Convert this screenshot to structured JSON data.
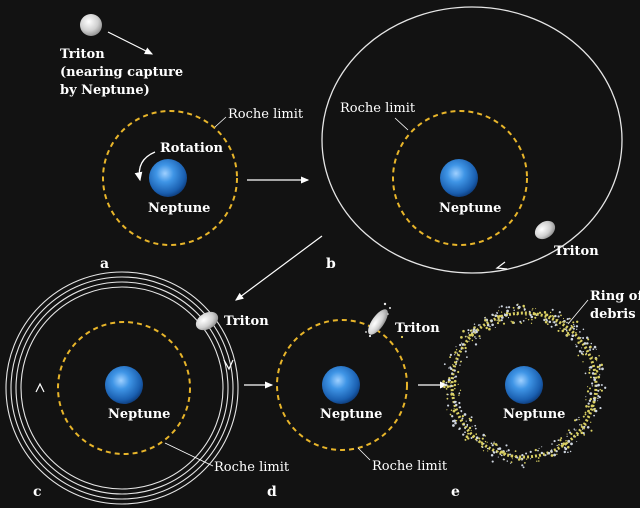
{
  "colors": {
    "background": "#121212",
    "roche": "#e8b52a",
    "orbit": "#e6e6e6",
    "neptune": "#2a7fd4",
    "debris": "#d9cf62"
  },
  "panel_a": {
    "triton_label_1": "Triton",
    "triton_label_2": "(nearing capture",
    "triton_label_3": "by Neptune)",
    "roche_label": "Roche limit",
    "rotation_label": "Rotation",
    "planet_label": "Neptune",
    "letter": "a"
  },
  "panel_b": {
    "roche_label": "Roche limit",
    "planet_label": "Neptune",
    "triton_label": "Triton",
    "letter": "b"
  },
  "panel_c": {
    "triton_label": "Triton",
    "planet_label": "Neptune",
    "roche_label": "Roche limit",
    "letter": "c"
  },
  "panel_d": {
    "triton_label": "Triton",
    "planet_label": "Neptune",
    "roche_label": "Roche limit",
    "letter": "d"
  },
  "panel_e": {
    "ring_label_1": "Ring of",
    "ring_label_2": "debris",
    "planet_label": "Neptune",
    "letter": "e"
  }
}
